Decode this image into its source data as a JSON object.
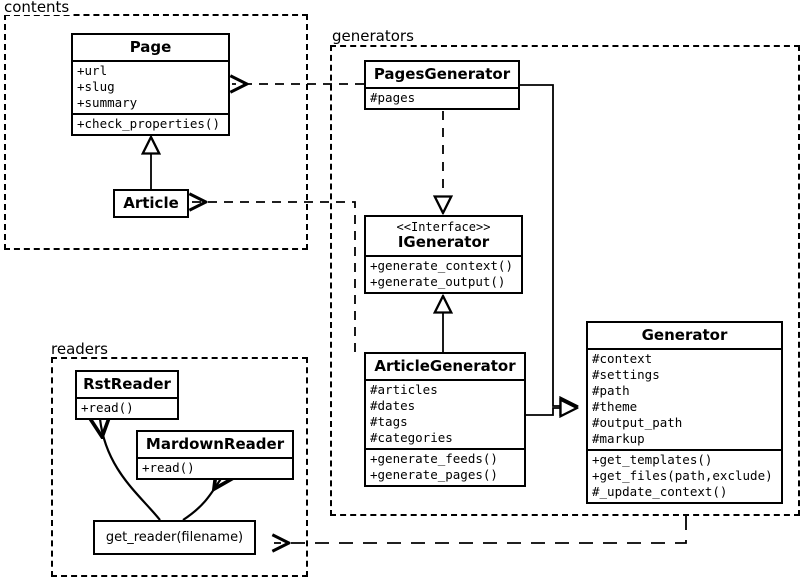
{
  "diagram": {
    "kind": "uml-class-diagram",
    "packages": [
      {
        "id": "contents",
        "label": "contents"
      },
      {
        "id": "generators",
        "label": "generators"
      },
      {
        "id": "readers",
        "label": "readers"
      }
    ],
    "classes": {
      "page": {
        "name": "Page",
        "attributes": [
          "+url",
          "+slug",
          "+summary"
        ],
        "operations": [
          "+check_properties()"
        ]
      },
      "article": {
        "name": "Article",
        "attributes": [],
        "operations": []
      },
      "pages_generator": {
        "name": "PagesGenerator",
        "attributes": [
          "#pages"
        ],
        "operations": []
      },
      "igenerator": {
        "stereotype": "<<Interface>>",
        "name": "IGenerator",
        "attributes": [],
        "operations": [
          "+generate_context()",
          "+generate_output()"
        ]
      },
      "article_generator": {
        "name": "ArticleGenerator",
        "attributes": [
          "#articles",
          "#dates",
          "#tags",
          "#categories"
        ],
        "operations": [
          "+generate_feeds()",
          "+generate_pages()"
        ]
      },
      "generator": {
        "name": "Generator",
        "attributes": [
          "#context",
          "#settings",
          "#path",
          "#theme",
          "#output_path",
          "#markup"
        ],
        "operations": [
          "+get_templates()",
          "+get_files(path,exclude)",
          "#_update_context()"
        ]
      },
      "get_reader": {
        "name": "get_reader(filename)",
        "attributes": [],
        "operations": []
      },
      "rst_reader": {
        "name": "RstReader",
        "attributes": [],
        "operations": [
          "+read()"
        ]
      },
      "mardown_reader": {
        "name": "MardownReader",
        "attributes": [],
        "operations": [
          "+read()"
        ]
      }
    },
    "relationships": [
      {
        "from": "pages_generator",
        "to": "page",
        "type": "dependency",
        "style": "dashed-open-arrow"
      },
      {
        "from": "article_generator",
        "to": "article",
        "type": "dependency",
        "style": "dashed-open-arrow"
      },
      {
        "from": "pages_generator",
        "to": "igenerator",
        "type": "realization",
        "style": "dashed-hollow-triangle"
      },
      {
        "from": "article_generator",
        "to": "igenerator",
        "type": "generalization",
        "style": "solid-hollow-triangle"
      },
      {
        "from": "pages_generator",
        "to": "generator",
        "type": "generalization",
        "style": "solid-hollow-triangle"
      },
      {
        "from": "article_generator",
        "to": "generator",
        "type": "generalization",
        "style": "solid-hollow-triangle"
      },
      {
        "from": "article",
        "to": "page",
        "type": "generalization",
        "style": "solid-hollow-triangle"
      },
      {
        "from": "get_reader",
        "to": "rst_reader",
        "type": "association",
        "style": "curved-open-arrow"
      },
      {
        "from": "get_reader",
        "to": "mardown_reader",
        "type": "association",
        "style": "curved-open-arrow"
      },
      {
        "from": "generator",
        "to": "get_reader",
        "type": "dependency",
        "style": "dashed-open-arrow"
      }
    ],
    "colors": {
      "stroke": "#000000",
      "background": "#ffffff",
      "text": "#000000"
    }
  }
}
